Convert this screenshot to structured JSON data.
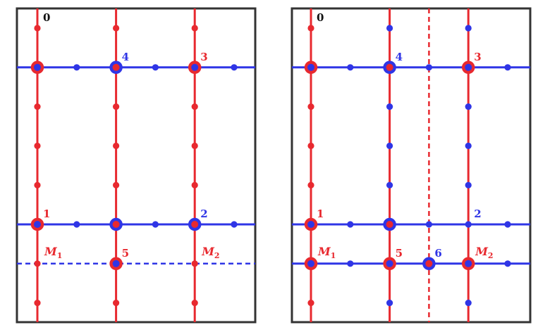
{
  "colors": {
    "red": "#e8292f",
    "blue": "#2f35e6",
    "black": "#111111",
    "frame": "#333333"
  },
  "panels": [
    {
      "name": "left",
      "vertical_lines": [
        {
          "col": 0,
          "color": "red",
          "style": "solid"
        },
        {
          "col": 2,
          "color": "red",
          "style": "solid"
        },
        {
          "col": 4,
          "color": "red",
          "style": "solid"
        }
      ],
      "horizontal_lines": [
        {
          "row": 1,
          "color": "blue",
          "style": "solid"
        },
        {
          "row": 5,
          "color": "blue",
          "style": "solid"
        },
        {
          "row": 6,
          "color": "blue",
          "style": "dashed"
        }
      ],
      "dots": [
        {
          "c": 0,
          "r": 0,
          "t": "red"
        },
        {
          "c": 2,
          "r": 0,
          "t": "red"
        },
        {
          "c": 4,
          "r": 0,
          "t": "red"
        },
        {
          "c": 0,
          "r": 1,
          "t": "big-red"
        },
        {
          "c": 1,
          "r": 1,
          "t": "blue"
        },
        {
          "c": 2,
          "r": 1,
          "t": "big-blue"
        },
        {
          "c": 3,
          "r": 1,
          "t": "blue"
        },
        {
          "c": 4,
          "r": 1,
          "t": "big-red"
        },
        {
          "c": 5,
          "r": 1,
          "t": "blue"
        },
        {
          "c": 0,
          "r": 2,
          "t": "red"
        },
        {
          "c": 2,
          "r": 2,
          "t": "red"
        },
        {
          "c": 4,
          "r": 2,
          "t": "red"
        },
        {
          "c": 0,
          "r": 3,
          "t": "red"
        },
        {
          "c": 2,
          "r": 3,
          "t": "red"
        },
        {
          "c": 4,
          "r": 3,
          "t": "red"
        },
        {
          "c": 0,
          "r": 4,
          "t": "red"
        },
        {
          "c": 2,
          "r": 4,
          "t": "red"
        },
        {
          "c": 4,
          "r": 4,
          "t": "red"
        },
        {
          "c": 0,
          "r": 5,
          "t": "big-red"
        },
        {
          "c": 1,
          "r": 5,
          "t": "blue"
        },
        {
          "c": 2,
          "r": 5,
          "t": "big-blue"
        },
        {
          "c": 3,
          "r": 5,
          "t": "blue"
        },
        {
          "c": 4,
          "r": 5,
          "t": "big-blue"
        },
        {
          "c": 5,
          "r": 5,
          "t": "blue"
        },
        {
          "c": 0,
          "r": 6,
          "t": "red"
        },
        {
          "c": 2,
          "r": 6,
          "t": "big-red"
        },
        {
          "c": 4,
          "r": 6,
          "t": "red"
        },
        {
          "c": 0,
          "r": 7,
          "t": "red"
        },
        {
          "c": 2,
          "r": 7,
          "t": "red"
        },
        {
          "c": 4,
          "r": 7,
          "t": "red"
        }
      ],
      "labels": [
        {
          "text": "0",
          "color": "black",
          "c": 0,
          "r": 0,
          "kind": "num"
        },
        {
          "text": "4",
          "color": "blue",
          "c": 2,
          "r": 1,
          "kind": "num"
        },
        {
          "text": "3",
          "color": "red",
          "c": 4,
          "r": 1,
          "kind": "num"
        },
        {
          "text": "1",
          "color": "red",
          "c": 0,
          "r": 5,
          "kind": "num"
        },
        {
          "text": "2",
          "color": "blue",
          "c": 4,
          "r": 5,
          "kind": "num"
        },
        {
          "text": "M",
          "sub": "1",
          "color": "red",
          "c": 0,
          "r": 6,
          "kind": "m"
        },
        {
          "text": "5",
          "color": "red",
          "c": 2,
          "r": 6,
          "kind": "num"
        },
        {
          "text": "M",
          "sub": "2",
          "color": "red",
          "c": 4,
          "r": 6,
          "kind": "m"
        }
      ]
    },
    {
      "name": "right",
      "vertical_lines": [
        {
          "col": 0,
          "color": "red",
          "style": "solid"
        },
        {
          "col": 2,
          "color": "red",
          "style": "solid"
        },
        {
          "col": 3,
          "color": "red",
          "style": "dashed"
        },
        {
          "col": 4,
          "color": "red",
          "style": "solid"
        }
      ],
      "horizontal_lines": [
        {
          "row": 1,
          "color": "blue",
          "style": "solid"
        },
        {
          "row": 5,
          "color": "blue",
          "style": "solid"
        },
        {
          "row": 6,
          "color": "blue",
          "style": "solid"
        }
      ],
      "dots": [
        {
          "c": 0,
          "r": 0,
          "t": "red"
        },
        {
          "c": 2,
          "r": 0,
          "t": "blue"
        },
        {
          "c": 4,
          "r": 0,
          "t": "blue"
        },
        {
          "c": 0,
          "r": 1,
          "t": "big-red"
        },
        {
          "c": 1,
          "r": 1,
          "t": "blue"
        },
        {
          "c": 2,
          "r": 1,
          "t": "big-blue"
        },
        {
          "c": 3,
          "r": 1,
          "t": "blue"
        },
        {
          "c": 4,
          "r": 1,
          "t": "big-red"
        },
        {
          "c": 5,
          "r": 1,
          "t": "blue"
        },
        {
          "c": 0,
          "r": 2,
          "t": "red"
        },
        {
          "c": 2,
          "r": 2,
          "t": "blue"
        },
        {
          "c": 4,
          "r": 2,
          "t": "blue"
        },
        {
          "c": 0,
          "r": 3,
          "t": "red"
        },
        {
          "c": 2,
          "r": 3,
          "t": "blue"
        },
        {
          "c": 4,
          "r": 3,
          "t": "blue"
        },
        {
          "c": 0,
          "r": 4,
          "t": "red"
        },
        {
          "c": 2,
          "r": 4,
          "t": "blue"
        },
        {
          "c": 4,
          "r": 4,
          "t": "blue"
        },
        {
          "c": 0,
          "r": 5,
          "t": "big-red"
        },
        {
          "c": 1,
          "r": 5,
          "t": "blue"
        },
        {
          "c": 2,
          "r": 5,
          "t": "big-blue"
        },
        {
          "c": 3,
          "r": 5,
          "t": "blue"
        },
        {
          "c": 4,
          "r": 5,
          "t": "blue"
        },
        {
          "c": 5,
          "r": 5,
          "t": "blue"
        },
        {
          "c": 0,
          "r": 6,
          "t": "big-red"
        },
        {
          "c": 1,
          "r": 6,
          "t": "blue"
        },
        {
          "c": 2,
          "r": 6,
          "t": "big-red"
        },
        {
          "c": 3,
          "r": 6,
          "t": "big-blue"
        },
        {
          "c": 4,
          "r": 6,
          "t": "big-red"
        },
        {
          "c": 5,
          "r": 6,
          "t": "blue"
        },
        {
          "c": 0,
          "r": 7,
          "t": "red"
        },
        {
          "c": 2,
          "r": 7,
          "t": "blue"
        },
        {
          "c": 4,
          "r": 7,
          "t": "blue"
        }
      ],
      "labels": [
        {
          "text": "0",
          "color": "black",
          "c": 0,
          "r": 0,
          "kind": "num"
        },
        {
          "text": "4",
          "color": "blue",
          "c": 2,
          "r": 1,
          "kind": "num"
        },
        {
          "text": "3",
          "color": "red",
          "c": 4,
          "r": 1,
          "kind": "num"
        },
        {
          "text": "1",
          "color": "red",
          "c": 0,
          "r": 5,
          "kind": "num"
        },
        {
          "text": "2",
          "color": "blue",
          "c": 4,
          "r": 5,
          "kind": "num"
        },
        {
          "text": "M",
          "sub": "1",
          "color": "red",
          "c": 0,
          "r": 6,
          "kind": "m"
        },
        {
          "text": "5",
          "color": "red",
          "c": 2,
          "r": 6,
          "kind": "num"
        },
        {
          "text": "6",
          "color": "blue",
          "c": 3,
          "r": 6,
          "kind": "num"
        },
        {
          "text": "M",
          "sub": "2",
          "color": "red",
          "c": 4,
          "r": 6,
          "kind": "m"
        }
      ]
    }
  ]
}
